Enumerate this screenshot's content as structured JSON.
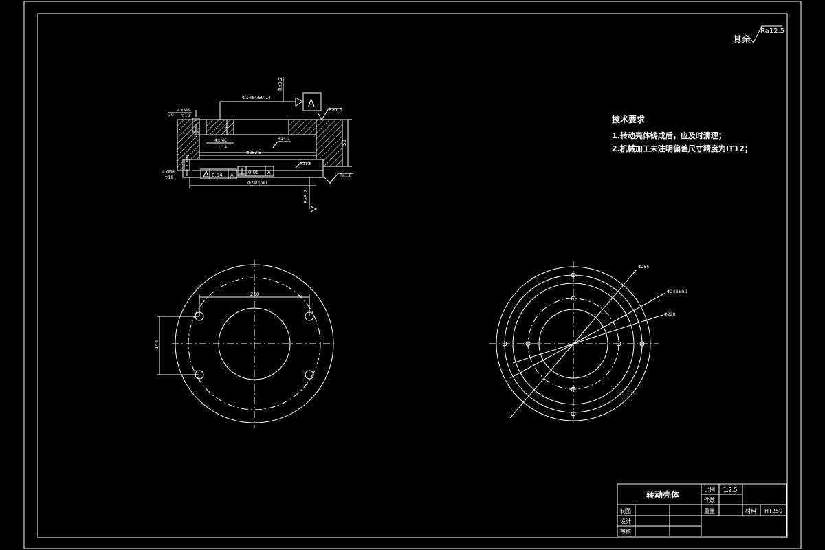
{
  "surface_finish_note": {
    "prefix": "其余",
    "value": "Ra12.5"
  },
  "technical_requirements": {
    "title": "技术要求",
    "items": [
      "1.转动壳体铸成后，应及时清理；",
      "2.机械加工未注明偏差尺寸精度为IT12；"
    ]
  },
  "section_view": {
    "datum_label": "A",
    "hole_callout_top": "4×M8",
    "hole_callout_top_depth": "▽18",
    "hole_callout_mid": "4×M6",
    "hole_callout_mid_depth": "▽14",
    "hole_callout_bottom": "4×M8",
    "hole_callout_bottom_depth": "▽18",
    "dim_top_diameter": "Φ148(±0.1)",
    "dim_mid_diameter": "Φ252.5",
    "dim_bottom_diameter": "Φ240(h8)",
    "dim_height": "50",
    "dim_step": "30",
    "dim_step2": "20",
    "tol_flatness": "0.04",
    "tol_flatness_datum": "A",
    "tol_perp": "0.05",
    "tol_perp_datum": "A",
    "ra_labels": [
      "Ra3.2",
      "Ra1.6",
      "Ra3.2",
      "Ra1.6",
      "Ra1.6",
      "Ra3.2"
    ]
  },
  "left_plan_view": {
    "dim_horizontal": "210",
    "dim_vertical": "144"
  },
  "right_plan_view": {
    "dim_outer": "Φ266",
    "dim_mid": "Φ248±0.1",
    "dim_inner": "Φ228"
  },
  "title_block": {
    "part_name": "转动壳体",
    "scale_label": "比例",
    "scale_value": "1:2.5",
    "quantity_label": "件数",
    "quantity_value": "",
    "drawn_label": "制图",
    "design_label": "设计",
    "review_label": "审核",
    "weight_label": "重量",
    "material_label": "材料",
    "material_value": "HT250"
  }
}
